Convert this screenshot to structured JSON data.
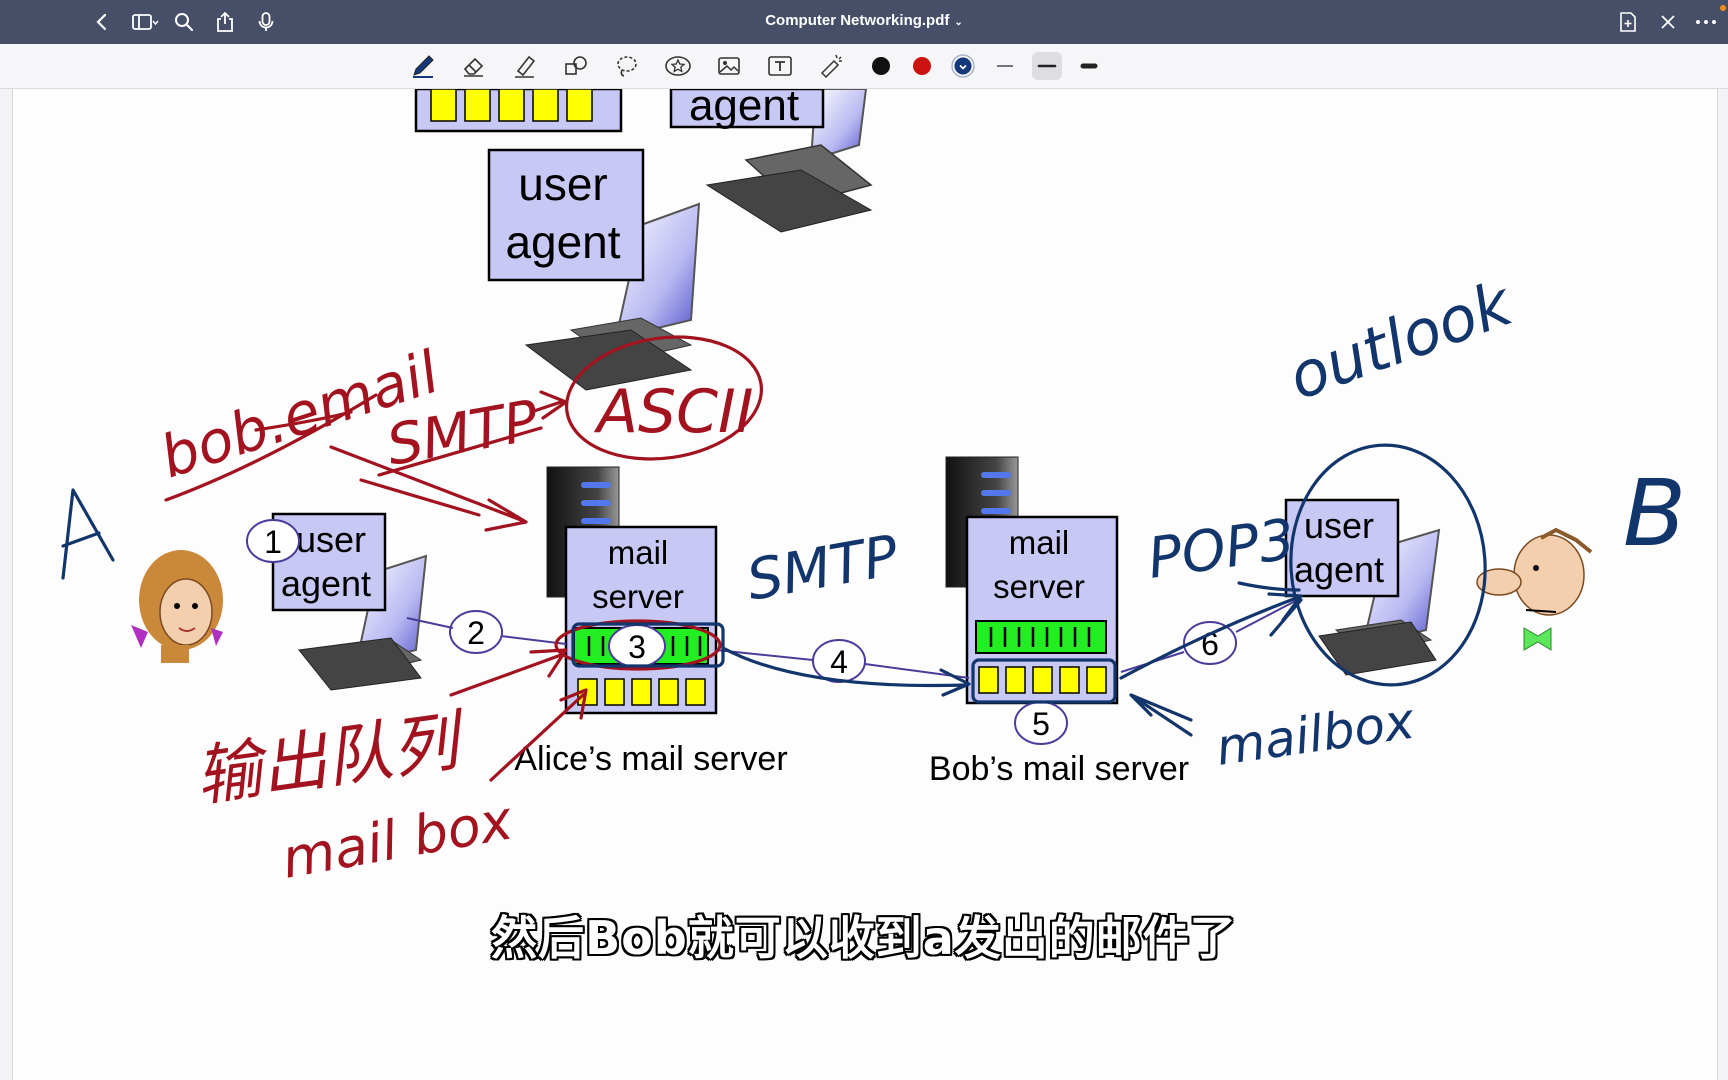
{
  "app": {
    "title": "Computer Networking.pdf",
    "title_chevron": "⌄",
    "colors": {
      "titlebar": "#464e68",
      "ink_red": "#a3121f",
      "ink_blue": "#12356c",
      "dot_red": "#cc1111",
      "dot_blue": "#13397a"
    }
  },
  "titlebar": {
    "left_icons": [
      "back-icon",
      "sidebar-icon",
      "search-icon",
      "share-icon",
      "microphone-icon"
    ],
    "right_icons": [
      "add-page-icon",
      "close-icon",
      "more-icon"
    ]
  },
  "toolbar": {
    "tools": [
      "pen-icon",
      "eraser-icon",
      "highlighter-icon",
      "shapes-icon",
      "lasso-icon",
      "sticker-icon",
      "image-icon",
      "text-icon",
      "laser-pointer-icon"
    ],
    "colors": [
      "#111111",
      "#cc1111",
      "#13397a"
    ],
    "selected_color_index": 2,
    "widths": [
      "thin",
      "medium",
      "thick"
    ],
    "selected_width_index": 1
  },
  "diagram": {
    "top_agent_partial": "agent",
    "top_user_agent": [
      "user",
      "agent"
    ],
    "left_user_agent": [
      "user",
      "agent"
    ],
    "right_user_agent": [
      "user",
      "agent"
    ],
    "alice_server_label": [
      "mail",
      "server"
    ],
    "bob_server_label": [
      "mail",
      "server"
    ],
    "alice_caption": "Alice’s mail server",
    "bob_caption": "Bob’s mail server",
    "steps": [
      "1",
      "2",
      "3",
      "4",
      "5",
      "6"
    ]
  },
  "annotations": {
    "bob_email": "bob.email",
    "smtp_top": "SMTP",
    "ascii": "ASCII",
    "letter_a": "A",
    "letter_b": "B",
    "smtp_mid": "SMTP",
    "pop3": "POP3",
    "outlook": "outlook",
    "mailbox_right": "mailbox",
    "output_queue": "输出队列",
    "mail_box_left": "mail box"
  },
  "subtitle": "然后Bob就可以收到a发出的邮件了"
}
